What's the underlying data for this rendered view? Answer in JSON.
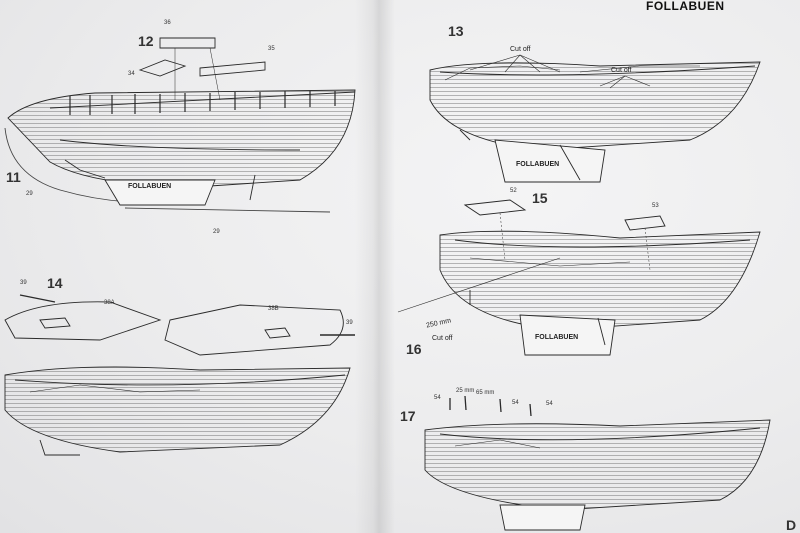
{
  "title": "FOLLABUEN",
  "corner_letter": "D",
  "steps": {
    "s11": "11",
    "s12": "12",
    "s13": "13",
    "s14": "14",
    "s15": "15",
    "s16": "16",
    "s17": "17"
  },
  "parts": {
    "p36": "36",
    "p35": "35",
    "p34": "34",
    "p29a": "29",
    "p29b": "29",
    "p39a": "39",
    "p38a": "38A",
    "p38b": "38B",
    "p39b": "39",
    "p52": "52",
    "p53": "53",
    "p54a": "54",
    "p54b": "54",
    "p54c": "54"
  },
  "notes": {
    "cutoff_1": "Cut off",
    "cutoff_2": "Cut off",
    "cutoff_16": "Cut off",
    "length_250": "250 mm",
    "dim_25": "25 mm",
    "dim_65": "65 mm"
  },
  "nameplates": {
    "plate_11": "FOLLABUEN",
    "plate_13": "FOLLABUEN",
    "plate_16": "FOLLABUEN"
  },
  "icons": [
    "hull-drawing",
    "stand-drawing",
    "seat-part-drawing",
    "deck-part-drawing"
  ],
  "colors": {
    "paper": "#ececed",
    "ink": "#2a2a2a"
  }
}
